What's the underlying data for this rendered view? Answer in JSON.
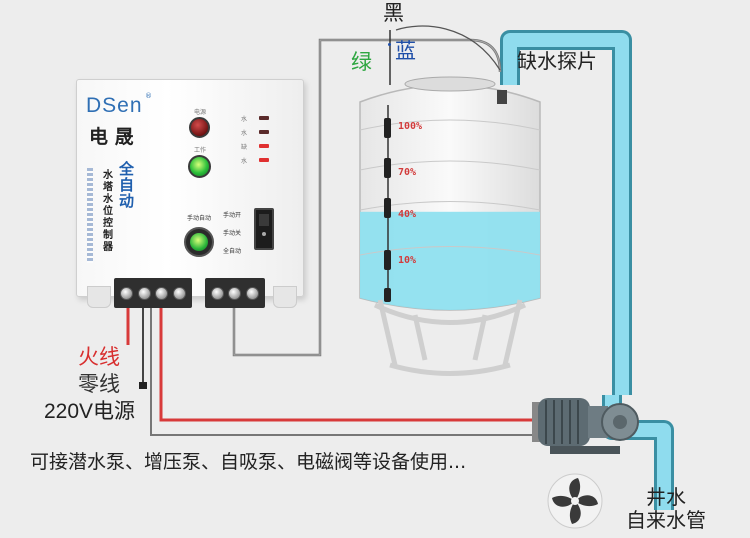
{
  "controller": {
    "brand_logo": "DSen",
    "brand_name": "电 晟",
    "model_title": "全自动",
    "model_subtitle": "水塔水位控制器",
    "lamp_power_label": "电源",
    "lamp_work_label": "工作",
    "indicator_labels": [
      "水",
      "水",
      "缺",
      "水"
    ],
    "mode_knob_label": "手动自动",
    "switch_labels": [
      "手动开",
      "手动关",
      "全自动"
    ]
  },
  "tank": {
    "levels": [
      "100%",
      "70%",
      "40%",
      "10%"
    ],
    "fill_level_percent": 40
  },
  "labels": {
    "black_wire": "黑",
    "green_wire": "绿",
    "blue_wire": "蓝",
    "probe_label": "缺水探片",
    "live_wire": "火线",
    "neutral_wire": "零线",
    "power_source": "220V电源",
    "compatible_devices": "可接潜水泵、增压泵、自吸泵、电磁阀等设备使用...",
    "well_water": "井水",
    "tap_water": "自来水管"
  },
  "colors": {
    "wire_red": "#d83a3a",
    "wire_gray": "#7b7b7b",
    "pipe_blue": "#7fd4e6",
    "water_blue": "#8fe0ef",
    "label_green": "#2da640",
    "label_blue": "#1f4fa8",
    "label_red": "#d82f2f"
  }
}
